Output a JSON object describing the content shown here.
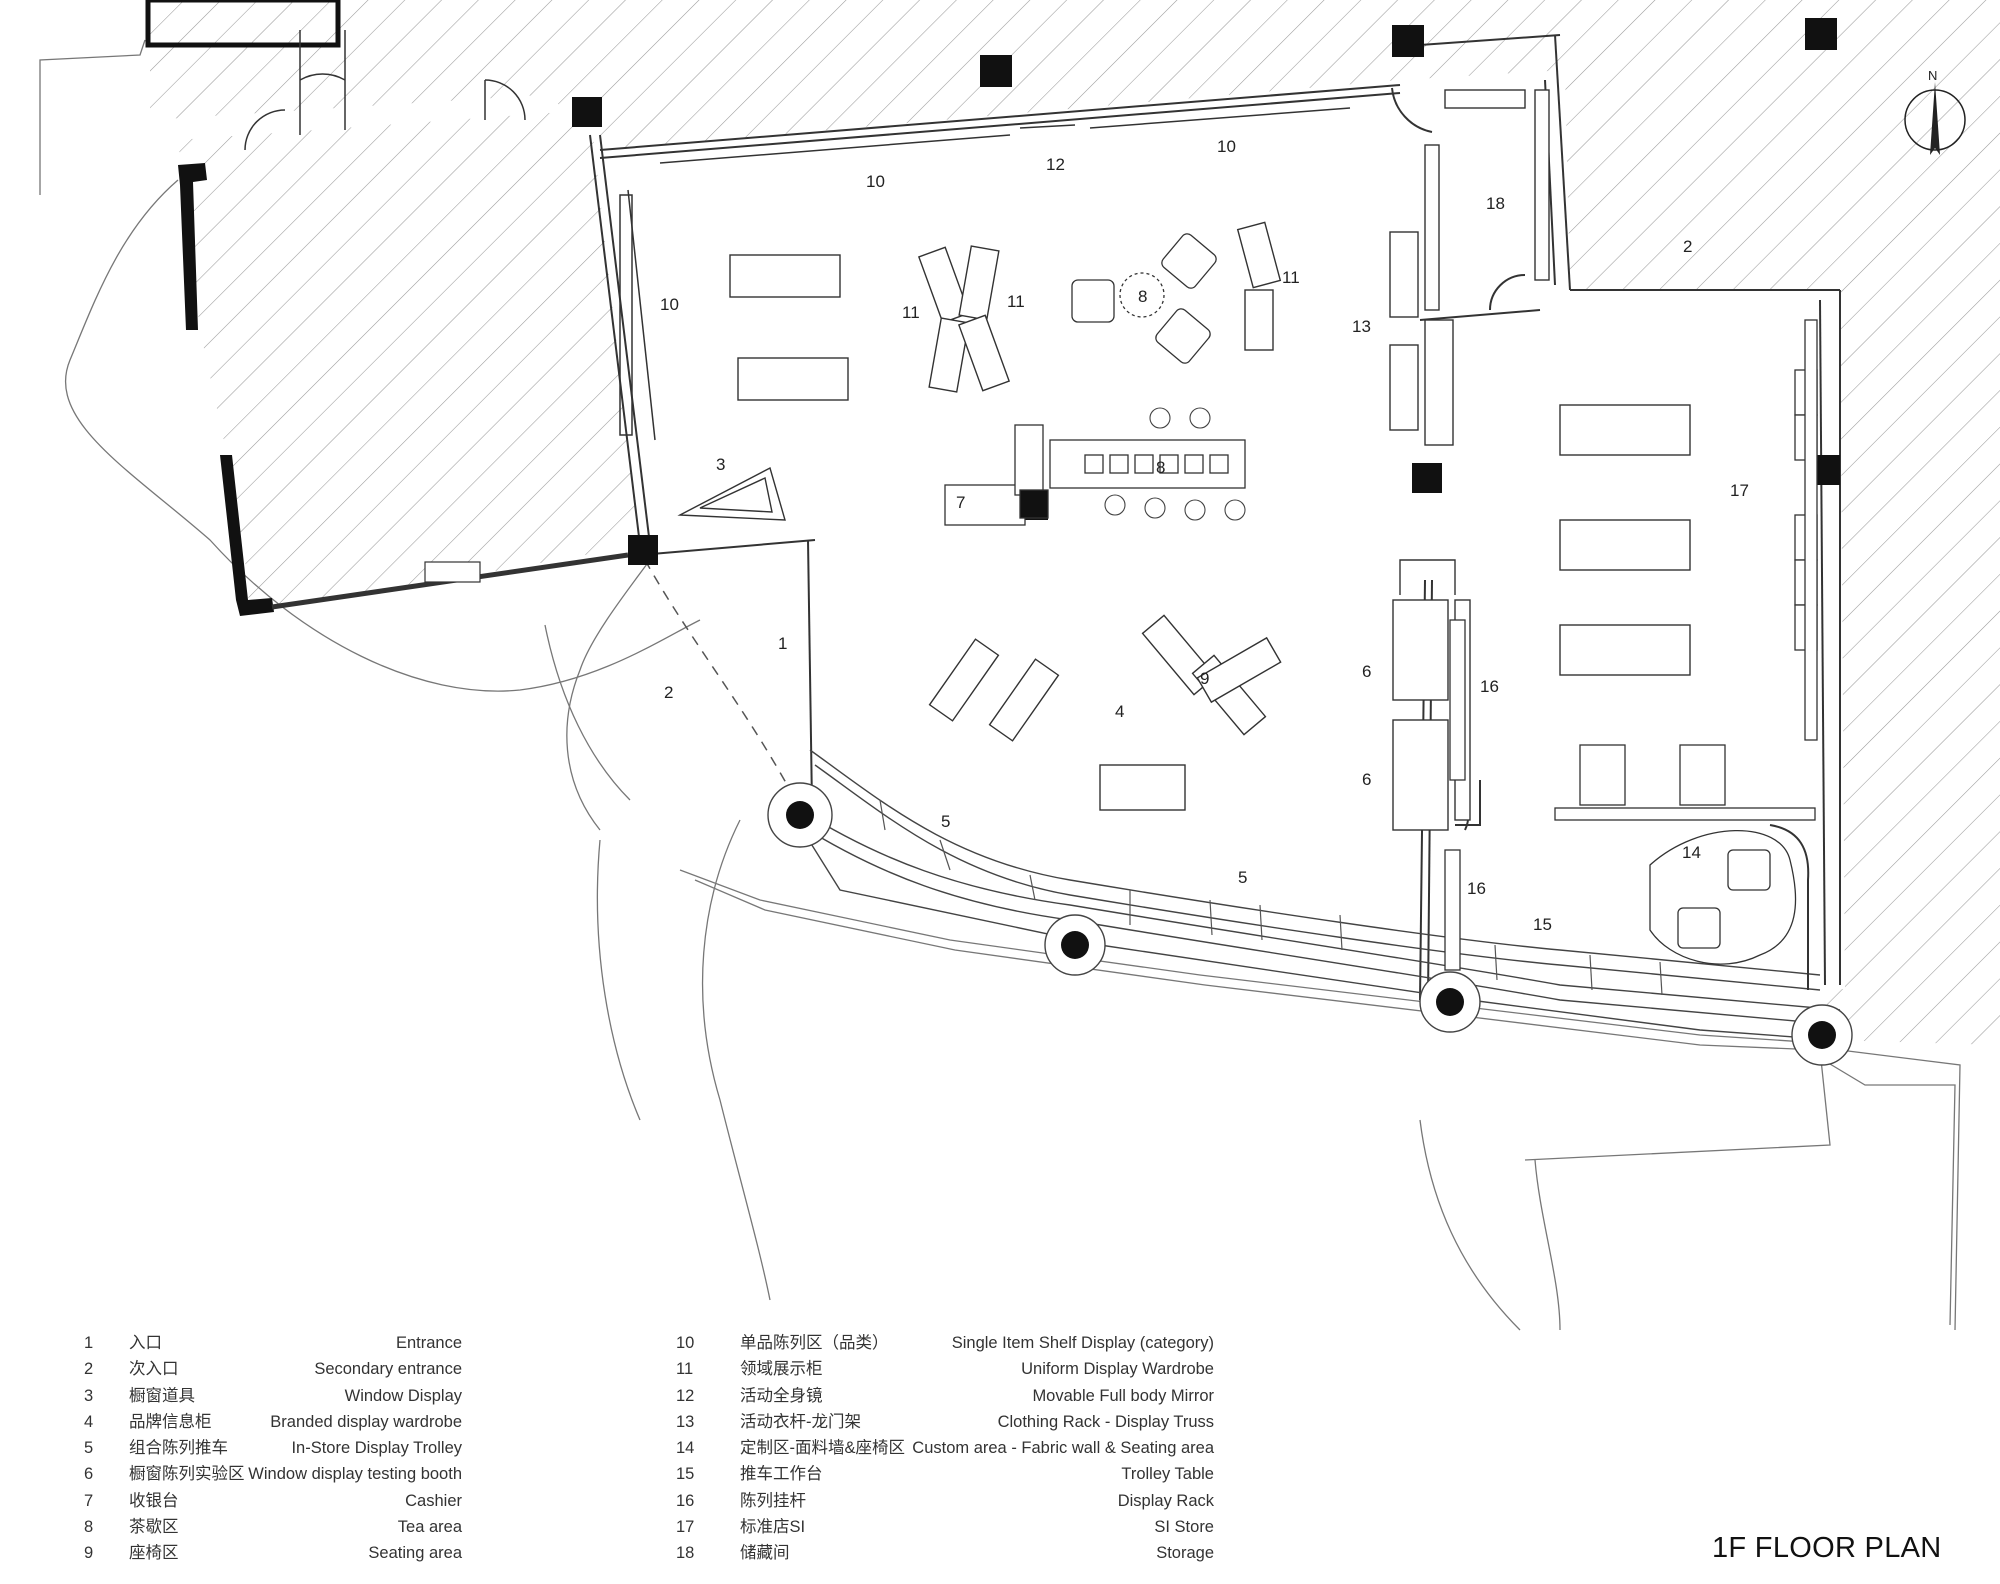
{
  "title": "1F FLOOR PLAN",
  "north_label": "N",
  "legend": [
    {
      "n": "1",
      "zh": "入口",
      "en": "Entrance"
    },
    {
      "n": "2",
      "zh": "次入口",
      "en": "Secondary entrance"
    },
    {
      "n": "3",
      "zh": "橱窗道具",
      "en": "Window Display"
    },
    {
      "n": "4",
      "zh": "品牌信息柜",
      "en": "Branded display wardrobe"
    },
    {
      "n": "5",
      "zh": "组合陈列推车",
      "en": "In-Store Display Trolley"
    },
    {
      "n": "6",
      "zh": "橱窗陈列实验区",
      "en": "Window display testing booth"
    },
    {
      "n": "7",
      "zh": "收银台",
      "en": "Cashier"
    },
    {
      "n": "8",
      "zh": "茶歇区",
      "en": "Tea area"
    },
    {
      "n": "9",
      "zh": "座椅区",
      "en": "Seating area"
    },
    {
      "n": "10",
      "zh": "单品陈列区（品类）",
      "en": "Single Item Shelf Display  (category)"
    },
    {
      "n": "11",
      "zh": "领域展示柜",
      "en": "Uniform Display Wardrobe"
    },
    {
      "n": "12",
      "zh": "活动全身镜",
      "en": "Movable Full body Mirror"
    },
    {
      "n": "13",
      "zh": "活动衣杆-龙门架",
      "en": "Clothing Rack - Display Truss"
    },
    {
      "n": "14",
      "zh": "定制区-面料墙&座椅区",
      "en": "Custom area - Fabric wall & Seating area"
    },
    {
      "n": "15",
      "zh": "推车工作台",
      "en": "Trolley Table"
    },
    {
      "n": "16",
      "zh": "陈列挂杆",
      "en": "Display Rack"
    },
    {
      "n": "17",
      "zh": "标准店SI",
      "en": "SI Store"
    },
    {
      "n": "18",
      "zh": "储藏间",
      "en": "Storage"
    }
  ],
  "plan_labels": {
    "l1": "1",
    "l2a": "2",
    "l2b": "2",
    "l3": "3",
    "l4": "4",
    "l5a": "5",
    "l5b": "5",
    "l6a": "6",
    "l6b": "6",
    "l7": "7",
    "l8a": "8",
    "l8b": "8",
    "l9": "9",
    "l10a": "10",
    "l10b": "10",
    "l10c": "10",
    "l11a": "11",
    "l11b": "11",
    "l11c": "11",
    "l12": "12",
    "l13": "13",
    "l14": "14",
    "l15": "15",
    "l16a": "16",
    "l16b": "16",
    "l17": "17",
    "l18": "18"
  }
}
